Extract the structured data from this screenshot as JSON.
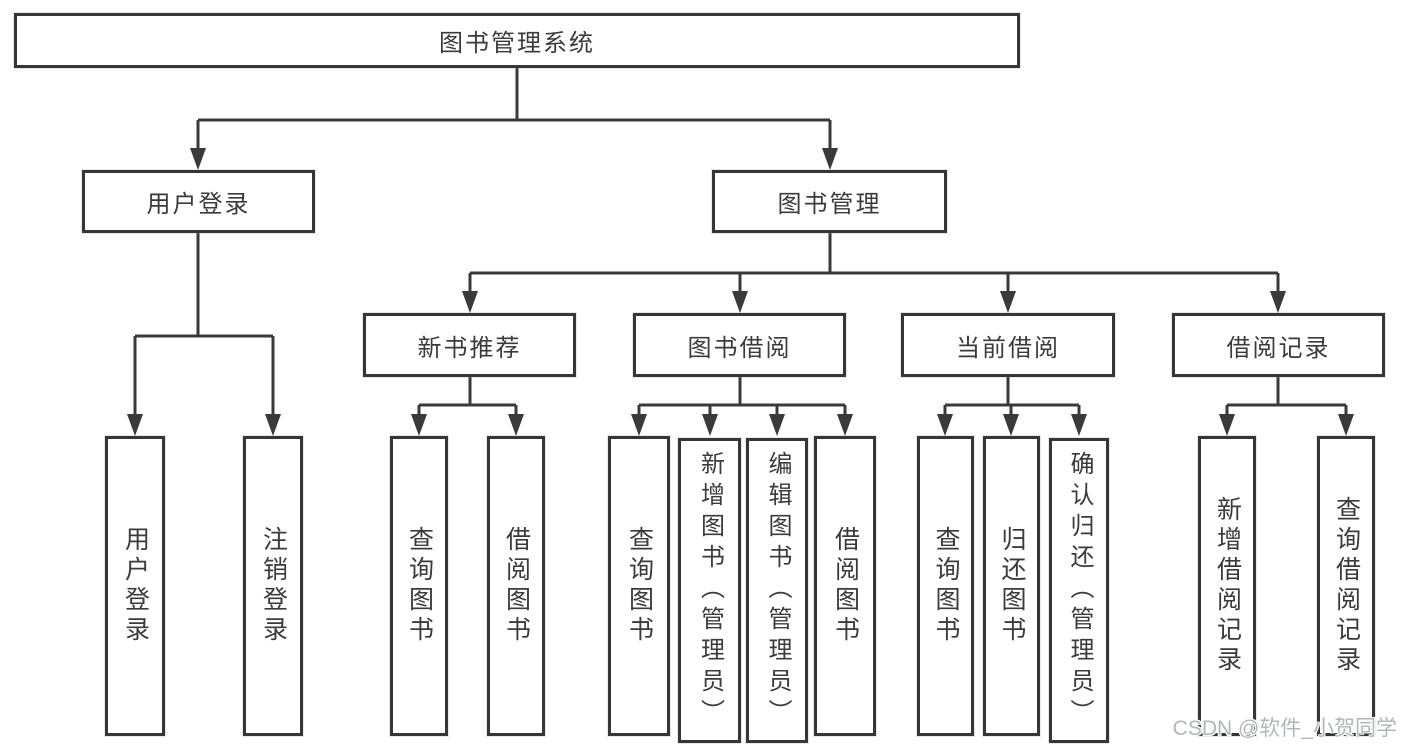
{
  "diagram": {
    "root": {
      "label": "图书管理系统"
    },
    "level2": [
      {
        "id": "user-login",
        "label": "用户登录"
      },
      {
        "id": "book-management",
        "label": "图书管理"
      }
    ],
    "level3": [
      {
        "id": "new-book-recommend",
        "label": "新书推荐"
      },
      {
        "id": "book-borrow",
        "label": "图书借阅"
      },
      {
        "id": "current-borrow",
        "label": "当前借阅"
      },
      {
        "id": "borrow-records",
        "label": "借阅记录"
      }
    ],
    "leaves": [
      {
        "parent": "user-login",
        "label": "用户登录"
      },
      {
        "parent": "user-login",
        "label": "注销登录"
      },
      {
        "parent": "new-book-recommend",
        "label": "查询图书"
      },
      {
        "parent": "new-book-recommend",
        "label": "借阅图书"
      },
      {
        "parent": "book-borrow",
        "label": "查询图书"
      },
      {
        "parent": "book-borrow",
        "label": "新增图书（管理员）"
      },
      {
        "parent": "book-borrow",
        "label": "编辑图书（管理员）"
      },
      {
        "parent": "book-borrow",
        "label": "借阅图书"
      },
      {
        "parent": "current-borrow",
        "label": "查询图书"
      },
      {
        "parent": "current-borrow",
        "label": "归还图书"
      },
      {
        "parent": "current-borrow",
        "label": "确认归还（管理员）"
      },
      {
        "parent": "borrow-records",
        "label": "新增借阅记录"
      },
      {
        "parent": "borrow-records",
        "label": "查询借阅记录"
      }
    ]
  },
  "watermark": {
    "text": "CSDN @软件_小贺同学"
  },
  "colors": {
    "line": "#3a3a3a",
    "border": "#363636",
    "text": "#3b3b3b",
    "box_fill": "#ffffff",
    "watermark": "#b2b6ba"
  }
}
